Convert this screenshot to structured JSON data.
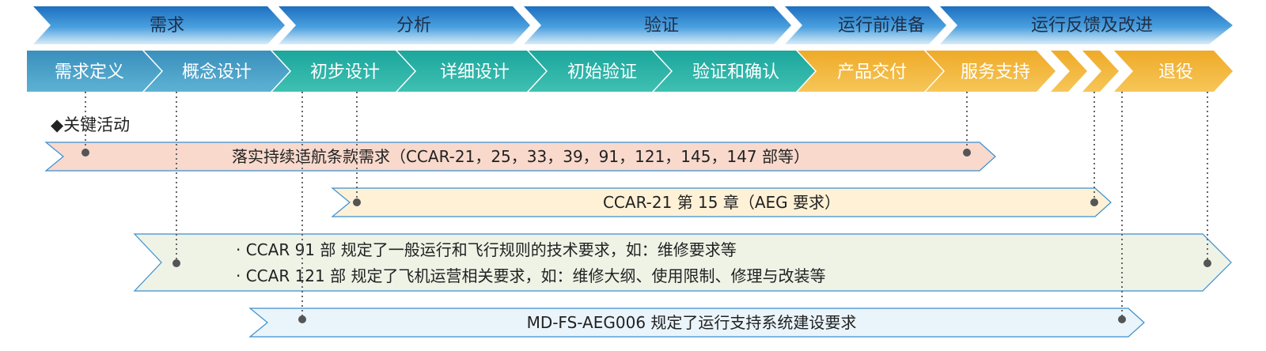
{
  "phases": [
    "需求",
    "分析",
    "验证",
    "运行前准备",
    "运行反馈及改进"
  ],
  "stages": [
    "需求定义",
    "概念设计",
    "初步设计",
    "详细设计",
    "初始验证",
    "验证和确认",
    "产品交付",
    "服务支持",
    "退役"
  ],
  "key_activities_label": "◆关键活动",
  "activities": [
    {
      "lines": [
        "落实持续适航条款需求（CCAR-21，25，33，39，91，121，145，147 部等）"
      ]
    },
    {
      "lines": [
        "CCAR-21 第 15 章（AEG 要求）"
      ]
    },
    {
      "lines": [
        "· CCAR 91 部  规定了一般运行和飞行规则的技术要求，如：维修要求等",
        "· CCAR 121 部  规定了飞机运营相关要求，如：维修大纲、使用限制、修理与改装等"
      ]
    },
    {
      "lines": [
        "MD-FS-AEG006 规定了运行支持系统建设要求"
      ]
    }
  ],
  "colors": {
    "phase_blue": "#1f78c8",
    "stage_blue": "#3f9dc5",
    "stage_teal": "#21b0a6",
    "stage_gold": "#f1b53a",
    "act1_fill": "#f8d9cc",
    "act2_fill": "#fff1d6",
    "act3_fill": "#eef3e6",
    "act4_fill": "#eaf4fb"
  }
}
